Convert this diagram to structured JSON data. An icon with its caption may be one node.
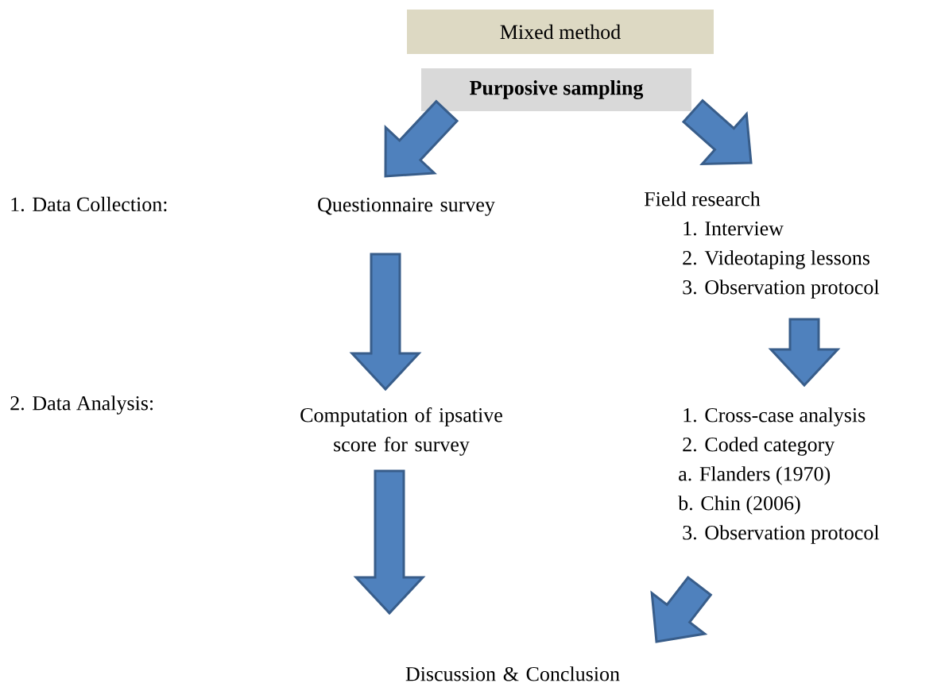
{
  "diagram": {
    "nodes": [
      {
        "text": [
          "Mixed method"
        ]
      },
      {
        "text": [
          "Purposive sampling"
        ]
      },
      {
        "text": [
          "Questionnaire survey"
        ]
      },
      {
        "text": [
          "Field research",
          "1. Interview",
          "2. Videotaping lessons",
          "3. Observation protocol"
        ]
      },
      {
        "text": [
          "Computation of ipsative score for survey"
        ]
      },
      {
        "text": [
          "1. Cross-case analysis",
          "2. Coded category",
          "a. Flanders (1970)",
          "b. Chin (2006)",
          "3. Observation protocol"
        ]
      },
      {
        "text": [
          "Discussion & Conclusion"
        ]
      }
    ],
    "edges": [
      {
        "from": 1,
        "to": 2,
        "arrow": "to"
      },
      {
        "from": 1,
        "to": 3,
        "arrow": "to"
      },
      {
        "from": 2,
        "to": 4,
        "arrow": "to"
      },
      {
        "from": 3,
        "to": 5,
        "arrow": "to"
      },
      {
        "from": 4,
        "to": 6,
        "arrow": "to"
      },
      {
        "from": 5,
        "to": 6,
        "arrow": "to"
      }
    ],
    "labels": [
      "1. Data Collection:",
      "2. Data Analysis:"
    ]
  }
}
